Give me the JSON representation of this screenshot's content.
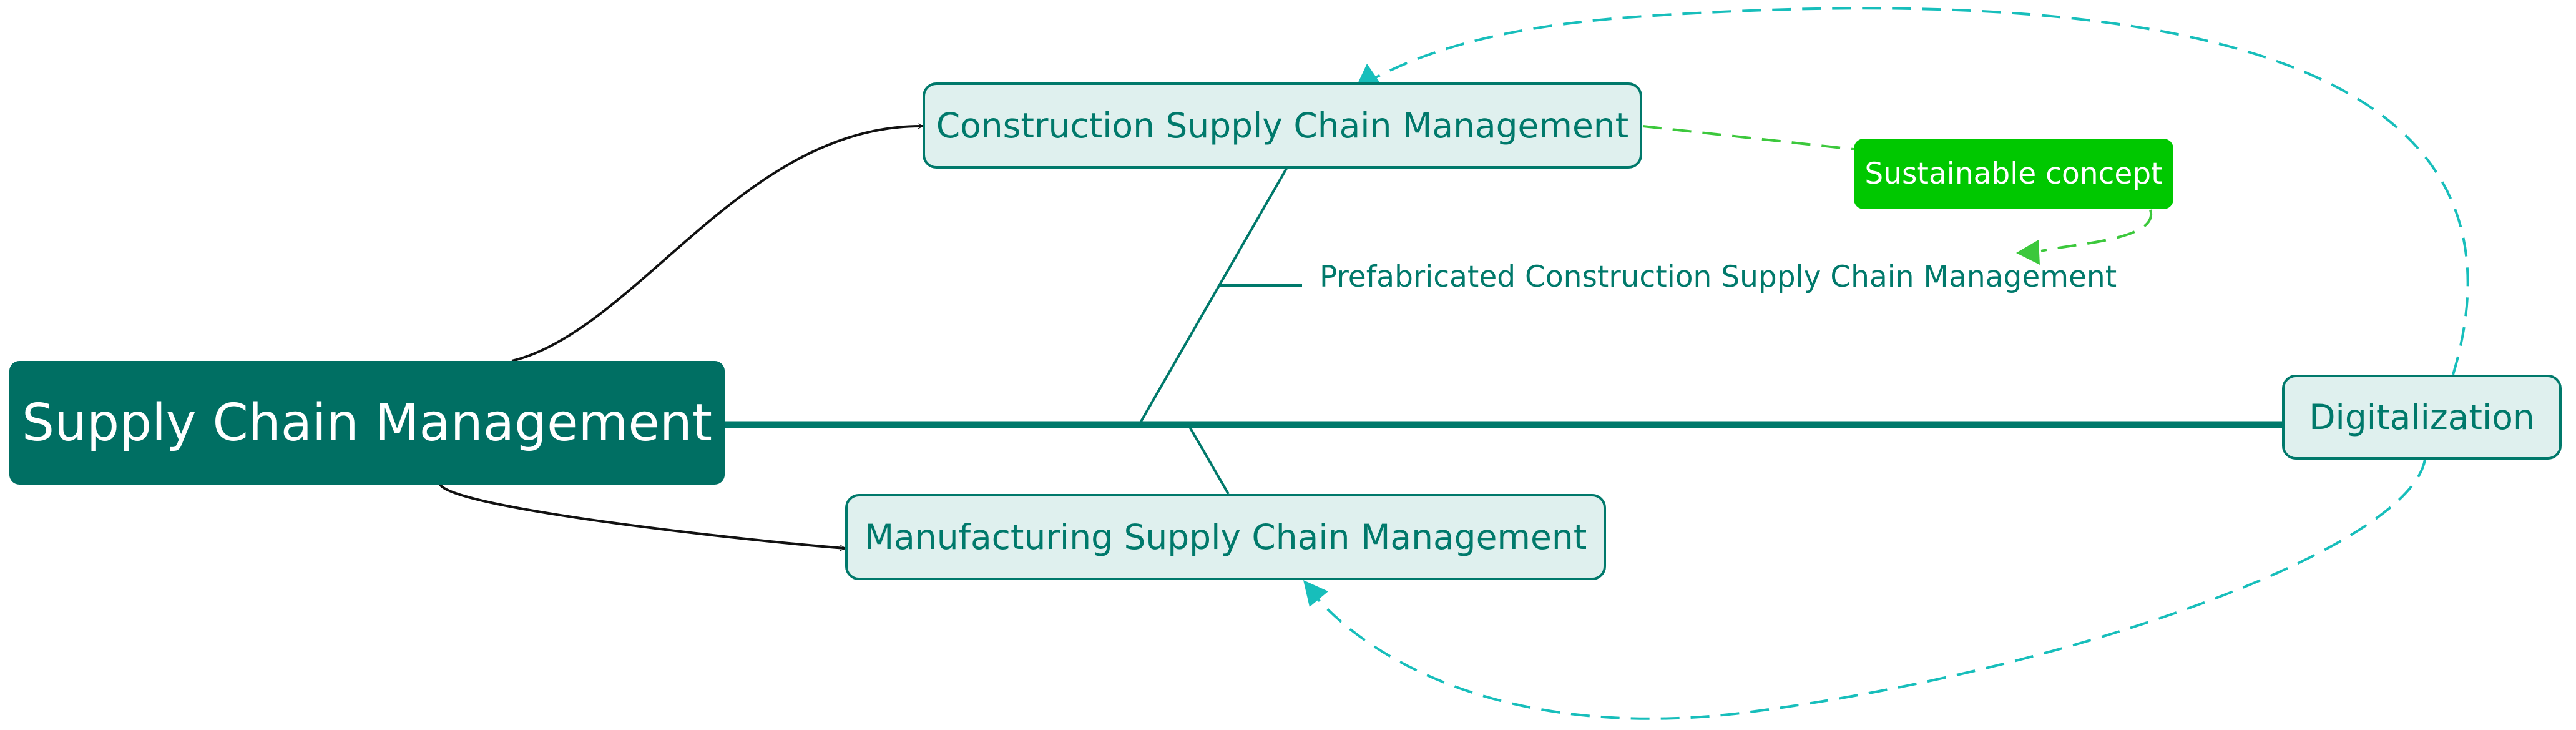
{
  "diagram": {
    "root": {
      "label": "Supply Chain Management"
    },
    "topics": [
      {
        "id": "cscm",
        "label": "Construction Supply Chain Management"
      },
      {
        "id": "mscm",
        "label": "Manufacturing Supply Chain Management"
      },
      {
        "id": "dig",
        "label": "Digitalization"
      }
    ],
    "subtopics": [
      {
        "id": "pcscm",
        "parent": "cscm",
        "label": "Prefabricated Construction Supply Chain Management"
      }
    ],
    "floating_topics": [
      {
        "id": "sustain",
        "label": "Sustainable concept"
      }
    ],
    "relationships": [
      {
        "from": "root",
        "to": "cscm",
        "style": "solid-arrow",
        "color": "#111111"
      },
      {
        "from": "root",
        "to": "mscm",
        "style": "solid-arrow",
        "color": "#111111"
      },
      {
        "from": "dig",
        "to": "cscm",
        "style": "dashed-arrow",
        "color": "#17bebb"
      },
      {
        "from": "dig",
        "to": "mscm",
        "style": "dashed-arrow",
        "color": "#17bebb"
      },
      {
        "from": "cscm",
        "to": "pcscm",
        "via": "sustain",
        "style": "dashed-arrow",
        "color": "#3cc83c"
      }
    ],
    "colors": {
      "spine": "#00796b",
      "root_fill": "#006f63",
      "topic_fill": "#dff0ee",
      "topic_border": "#00796b",
      "topic_text": "#00796b",
      "floating_fill": "#00c800",
      "dashed_teal": "#17bebb",
      "dashed_green": "#3cc83c"
    }
  }
}
